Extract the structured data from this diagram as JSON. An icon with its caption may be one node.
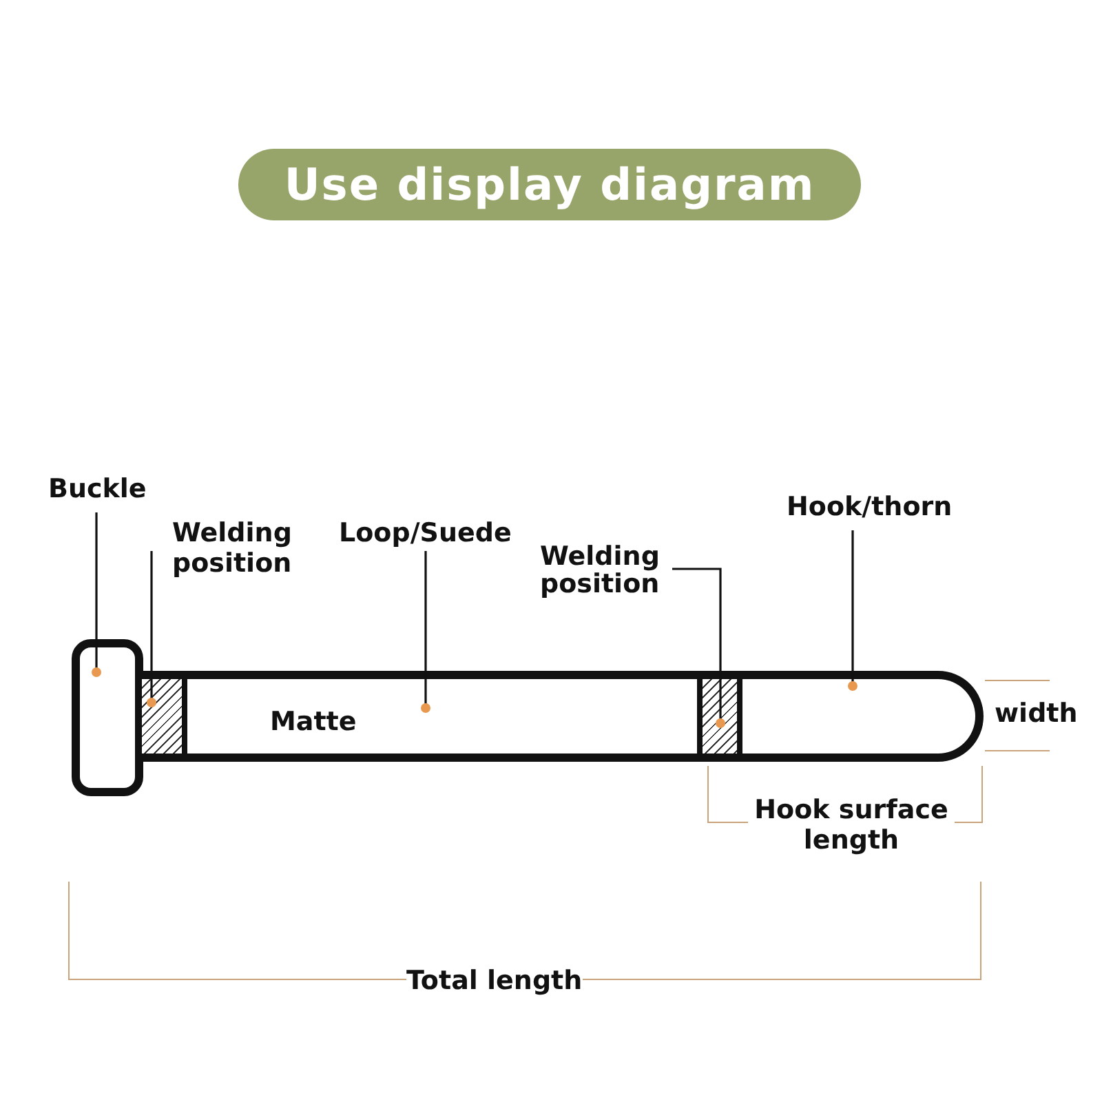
{
  "diagram": {
    "title": "Use display diagram",
    "nodes": [
      {
        "text": [
          "Buckle"
        ]
      },
      {
        "text": [
          "Welding position"
        ]
      },
      {
        "text": [
          "Loop/Suede"
        ]
      },
      {
        "text": [
          "Welding position"
        ]
      },
      {
        "text": [
          "Hook/thorn"
        ]
      },
      {
        "text": [],
        "shape": "box"
      },
      {
        "text": [],
        "shape": "box"
      },
      {
        "text": [
          "Matte"
        ]
      },
      {
        "text": [],
        "shape": "box"
      },
      {
        "text": [],
        "shape": "box"
      }
    ],
    "edges": [
      {
        "from": 0,
        "to": 5,
        "arrow": "other"
      },
      {
        "from": 1,
        "to": 6,
        "arrow": "other"
      },
      {
        "from": 2,
        "to": 7,
        "arrow": "other"
      },
      {
        "from": 3,
        "to": 8,
        "arrow": "other"
      },
      {
        "from": 4,
        "to": 9,
        "arrow": "other"
      }
    ],
    "labels": [
      "width",
      "Hook surface length",
      "Total length"
    ]
  }
}
